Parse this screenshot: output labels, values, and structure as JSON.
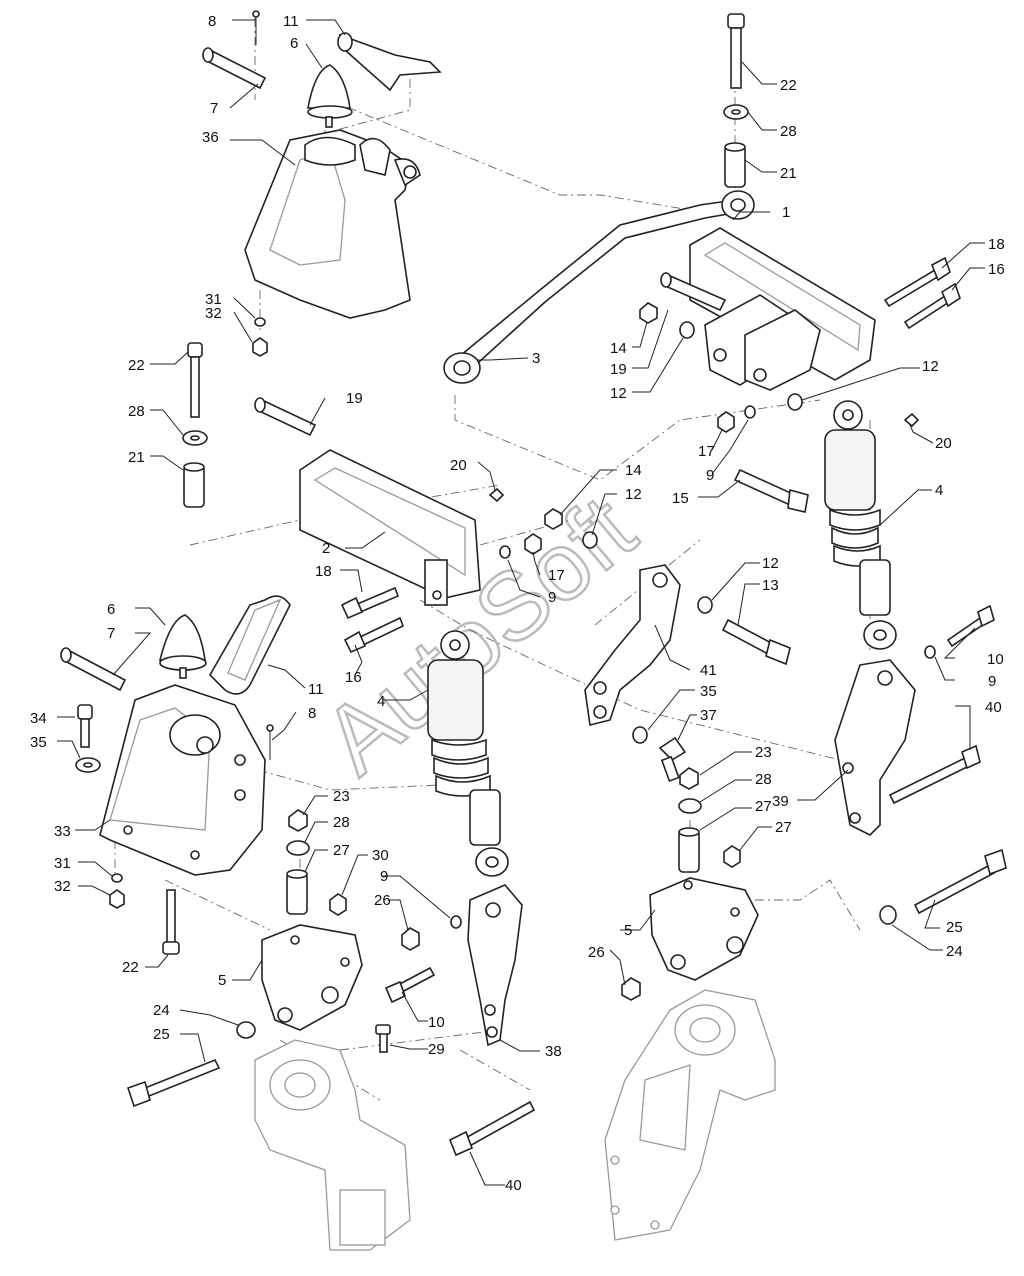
{
  "watermark": "AutoSoft",
  "callouts": [
    {
      "id": "c8a",
      "text": "8"
    },
    {
      "id": "c11a",
      "text": "11"
    },
    {
      "id": "c6a",
      "text": "6"
    },
    {
      "id": "c7a",
      "text": "7"
    },
    {
      "id": "c36",
      "text": "36"
    },
    {
      "id": "c31a",
      "text": "31"
    },
    {
      "id": "c32a",
      "text": "32"
    },
    {
      "id": "c22a",
      "text": "22"
    },
    {
      "id": "c28a",
      "text": "28"
    },
    {
      "id": "c21a",
      "text": "21"
    },
    {
      "id": "c1",
      "text": "1"
    },
    {
      "id": "c18a",
      "text": "18"
    },
    {
      "id": "c16a",
      "text": "16"
    },
    {
      "id": "c14a",
      "text": "14"
    },
    {
      "id": "c19a",
      "text": "19"
    },
    {
      "id": "c12a",
      "text": "12"
    },
    {
      "id": "c12b",
      "text": "12"
    },
    {
      "id": "c3",
      "text": "3"
    },
    {
      "id": "c22b",
      "text": "22"
    },
    {
      "id": "c19b",
      "text": "19"
    },
    {
      "id": "c28b",
      "text": "28"
    },
    {
      "id": "c21b",
      "text": "21"
    },
    {
      "id": "c20a",
      "text": "20"
    },
    {
      "id": "c17a",
      "text": "17"
    },
    {
      "id": "c9a",
      "text": "9"
    },
    {
      "id": "c20b",
      "text": "20"
    },
    {
      "id": "c14b",
      "text": "14"
    },
    {
      "id": "c12c",
      "text": "12"
    },
    {
      "id": "c15",
      "text": "15"
    },
    {
      "id": "c4a",
      "text": "4"
    },
    {
      "id": "c2",
      "text": "2"
    },
    {
      "id": "c18b",
      "text": "18"
    },
    {
      "id": "c17b",
      "text": "17"
    },
    {
      "id": "c9b",
      "text": "9"
    },
    {
      "id": "c12d",
      "text": "12"
    },
    {
      "id": "c13",
      "text": "13"
    },
    {
      "id": "c6b",
      "text": "6"
    },
    {
      "id": "c7b",
      "text": "7"
    },
    {
      "id": "c16b",
      "text": "16"
    },
    {
      "id": "c41",
      "text": "41"
    },
    {
      "id": "c10a",
      "text": "10"
    },
    {
      "id": "c9c",
      "text": "9"
    },
    {
      "id": "c4b",
      "text": "4"
    },
    {
      "id": "c11b",
      "text": "11"
    },
    {
      "id": "c34",
      "text": "34"
    },
    {
      "id": "c35a",
      "text": "35"
    },
    {
      "id": "c8b",
      "text": "8"
    },
    {
      "id": "c35b",
      "text": "35"
    },
    {
      "id": "c37",
      "text": "37"
    },
    {
      "id": "c40a",
      "text": "40"
    },
    {
      "id": "c23a",
      "text": "23"
    },
    {
      "id": "c28c",
      "text": "28"
    },
    {
      "id": "c23b",
      "text": "23"
    },
    {
      "id": "c27a",
      "text": "27"
    },
    {
      "id": "c39",
      "text": "39"
    },
    {
      "id": "c28d",
      "text": "28"
    },
    {
      "id": "c33",
      "text": "33"
    },
    {
      "id": "c27b",
      "text": "27"
    },
    {
      "id": "c30",
      "text": "30"
    },
    {
      "id": "c27c",
      "text": "27"
    },
    {
      "id": "c31b",
      "text": "31"
    },
    {
      "id": "c32b",
      "text": "32"
    },
    {
      "id": "c9d",
      "text": "9"
    },
    {
      "id": "c26a",
      "text": "26"
    },
    {
      "id": "c5a",
      "text": "5"
    },
    {
      "id": "c25a",
      "text": "25"
    },
    {
      "id": "c26b",
      "text": "26"
    },
    {
      "id": "c24a",
      "text": "24"
    },
    {
      "id": "c22c",
      "text": "22"
    },
    {
      "id": "c5b",
      "text": "5"
    },
    {
      "id": "c10b",
      "text": "10"
    },
    {
      "id": "c24b",
      "text": "24"
    },
    {
      "id": "c25b",
      "text": "25"
    },
    {
      "id": "c29",
      "text": "29"
    },
    {
      "id": "c38",
      "text": "38"
    },
    {
      "id": "c40b",
      "text": "40"
    }
  ]
}
